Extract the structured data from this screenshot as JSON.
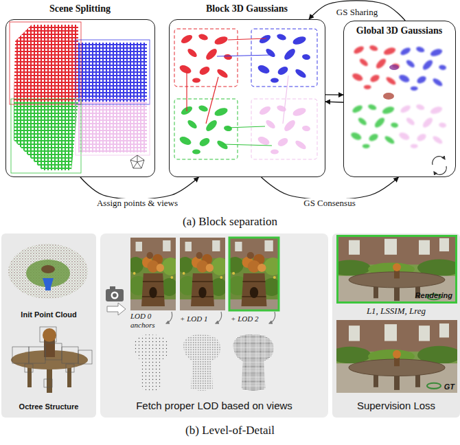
{
  "diagram": {
    "nodes": [
      {
        "text": [
          "Scene Splitting"
        ]
      },
      {
        "text": [
          "Block 3D Gaussians"
        ]
      },
      {
        "text": [
          "Global 3D Gaussians"
        ]
      },
      {
        "text": [
          "Init Point Cloud",
          "Octree Structure"
        ]
      },
      {
        "text": [
          "LOD 0 anchors",
          "+ LOD 1",
          "+ LOD 2",
          "Fetch proper LOD based on views"
        ]
      },
      {
        "text": [
          "L1, LSSIM, Lreg",
          "Supervision Loss"
        ]
      },
      {
        "text": [
          "Rendering"
        ],
        "in": 5
      },
      {
        "text": [
          "GT"
        ],
        "in": 5
      }
    ],
    "edges": [
      {
        "from": 0,
        "to": 1,
        "label": "Assign points & views",
        "arrow": "to"
      },
      {
        "from": 2,
        "to": 1,
        "label": "GS Sharing",
        "arrow": "to"
      },
      {
        "from": 1,
        "to": 2,
        "label": "GS Consensus",
        "arrow": "to"
      },
      {
        "from": 1,
        "to": 2,
        "arrow": "to"
      },
      {
        "from": 2,
        "to": 1,
        "arrow": "to"
      }
    ],
    "labels": [
      "(a) Block separation",
      "(b) Level-of-Detail"
    ]
  }
}
